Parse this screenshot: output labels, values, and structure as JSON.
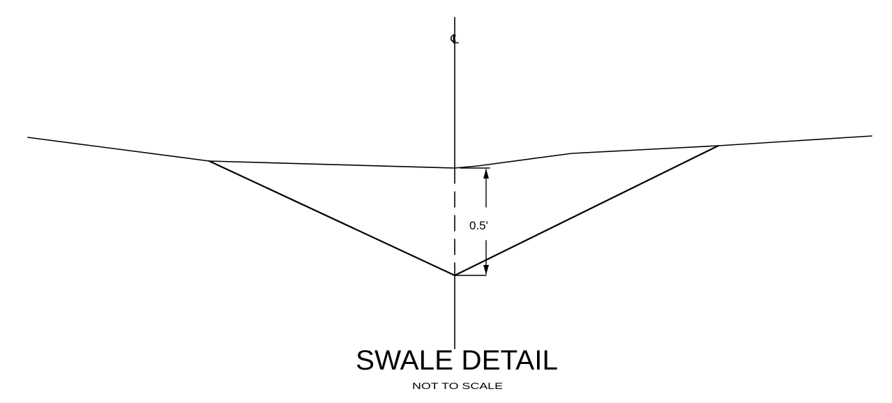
{
  "drawing": {
    "centerline_symbol": "℄",
    "dimension_label": "0.5'",
    "title": "SWALE DETAIL",
    "subtitle": "NOT TO SCALE"
  },
  "colors": {
    "line": "#000000",
    "background": "#ffffff"
  }
}
